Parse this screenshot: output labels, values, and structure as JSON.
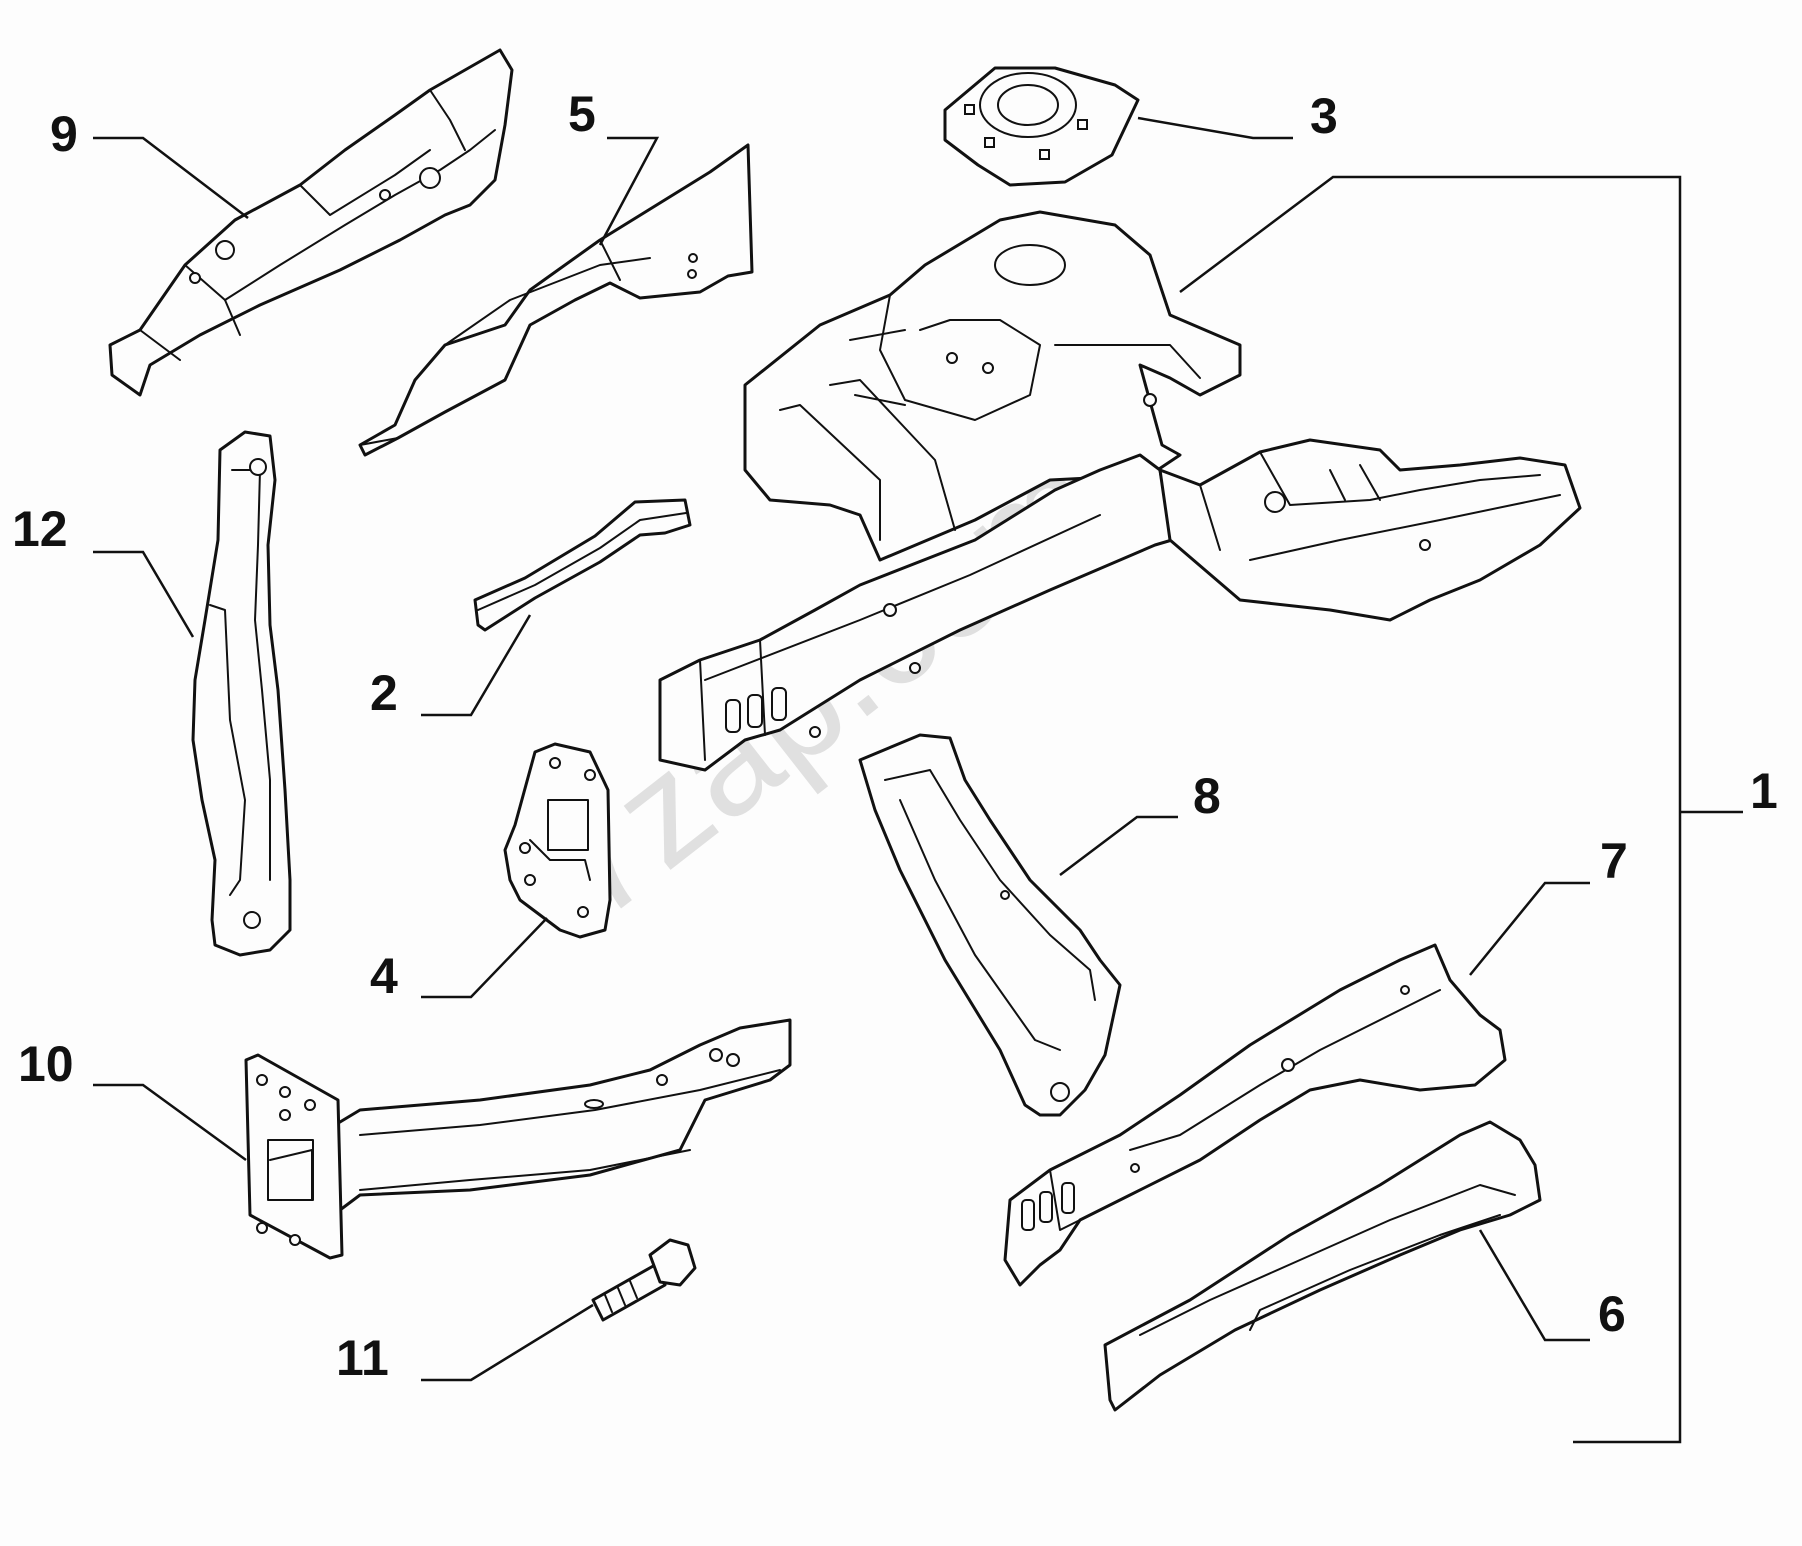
{
  "watermark": "7zap.com",
  "callouts": {
    "c1": "1",
    "c2": "2",
    "c3": "3",
    "c4": "4",
    "c5": "5",
    "c6": "6",
    "c7": "7",
    "c8": "8",
    "c9": "9",
    "c10": "10",
    "c11": "11",
    "c12": "12"
  }
}
